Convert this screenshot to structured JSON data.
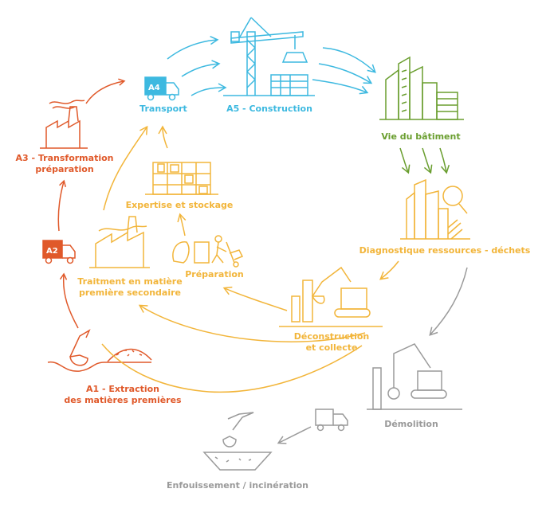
{
  "colors": {
    "orange": "#e0592a",
    "blue": "#3db9e0",
    "green": "#6a9e2f",
    "yellow": "#f2b53a",
    "grey": "#9a9a9a"
  },
  "labels": {
    "transport": "Transport",
    "construction": "A5 - Construction",
    "vie": "Vie du bâtiment",
    "diagnostique": "Diagnostique ressources - déchets",
    "deconstruction": "Déconstruction\net collecte",
    "demolition": "Démolition",
    "enfouissement": "Enfouissement / incinération",
    "extraction": "A1 - Extraction\ndes matières premières",
    "transformation": "A3 - Transformation\npréparation",
    "expertise": "Expertise et stockage",
    "traitement": "Traitment en matière\npremière secondaire",
    "preparation": "Préparation"
  },
  "badges": {
    "a2": "A2",
    "a4": "A4"
  },
  "icons": [
    "factory-icon",
    "truck-icon",
    "excavation-icon",
    "crane-icon",
    "buildings-icon",
    "magnifier-buildings-icon",
    "excavator-icon",
    "demolition-icon",
    "landfill-icon",
    "storage-shelves-icon",
    "hand-truck-icon",
    "recycling-factory-icon"
  ]
}
